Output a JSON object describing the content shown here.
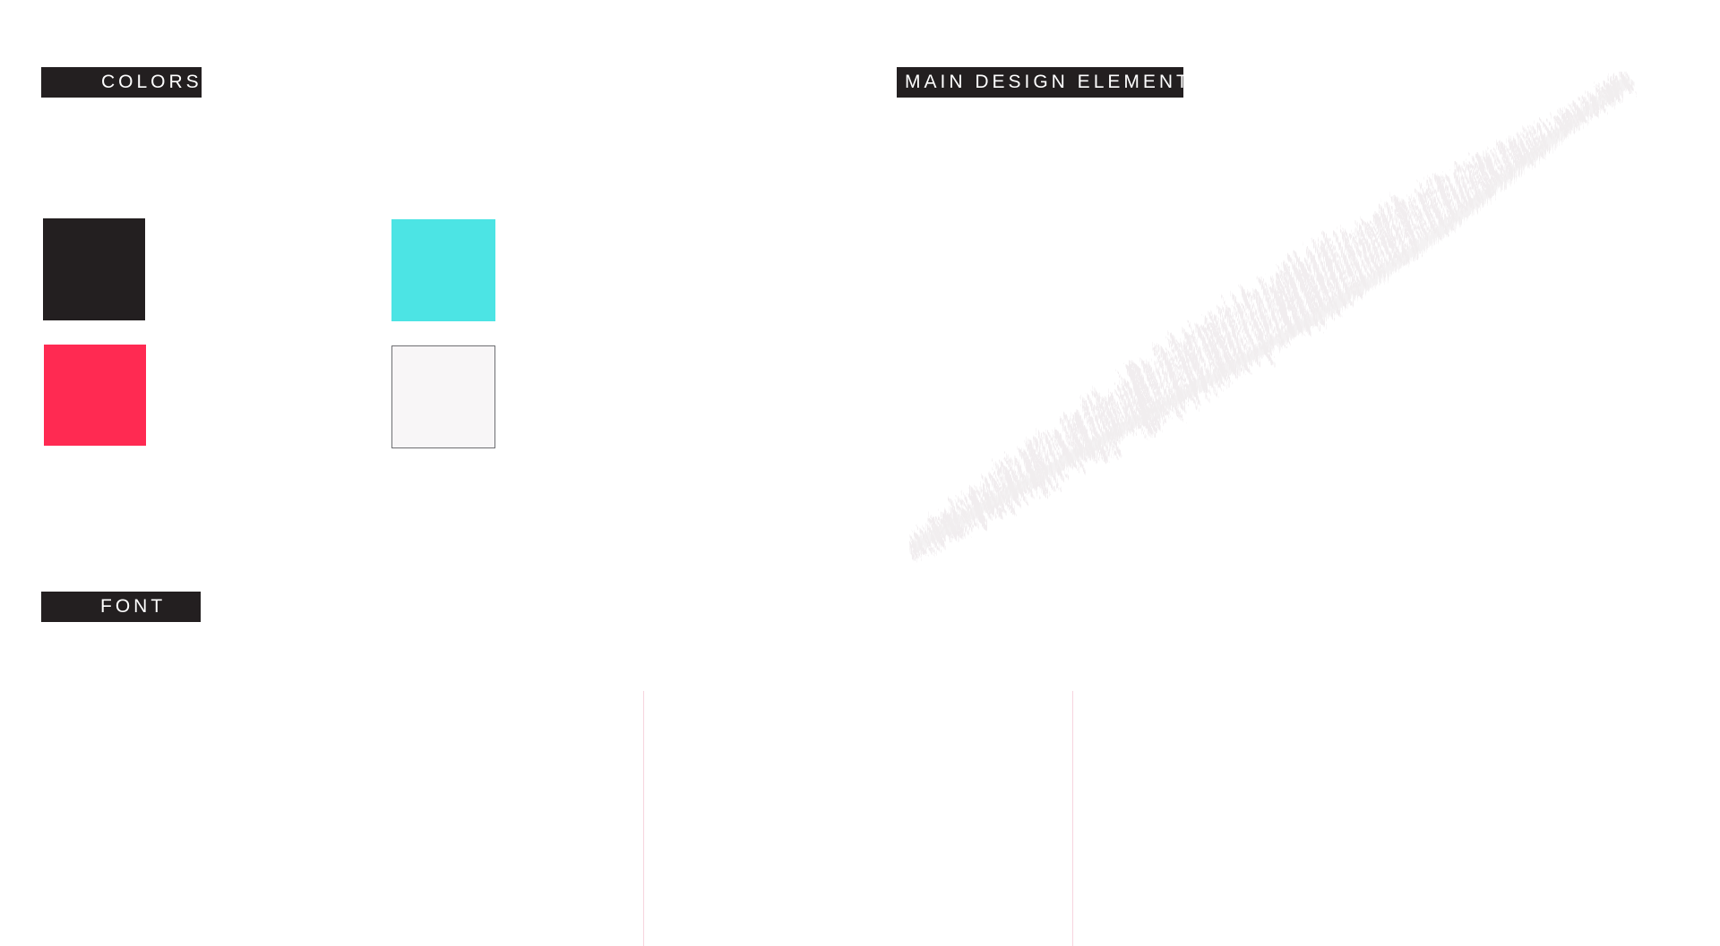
{
  "sections": {
    "colors_label": "COLORS",
    "main_design_label": "MAIN DESIGN ELEMENT",
    "font_label": "FONT"
  },
  "palette": {
    "dark": "#231f20",
    "cyan": "#4ce4e4",
    "red": "#ff2a52",
    "white": "#f8f6f7"
  },
  "design_element": {
    "icon": "diagonal-brush-stroke",
    "color": "#f1edef"
  },
  "divider_color": "#f7d4de"
}
